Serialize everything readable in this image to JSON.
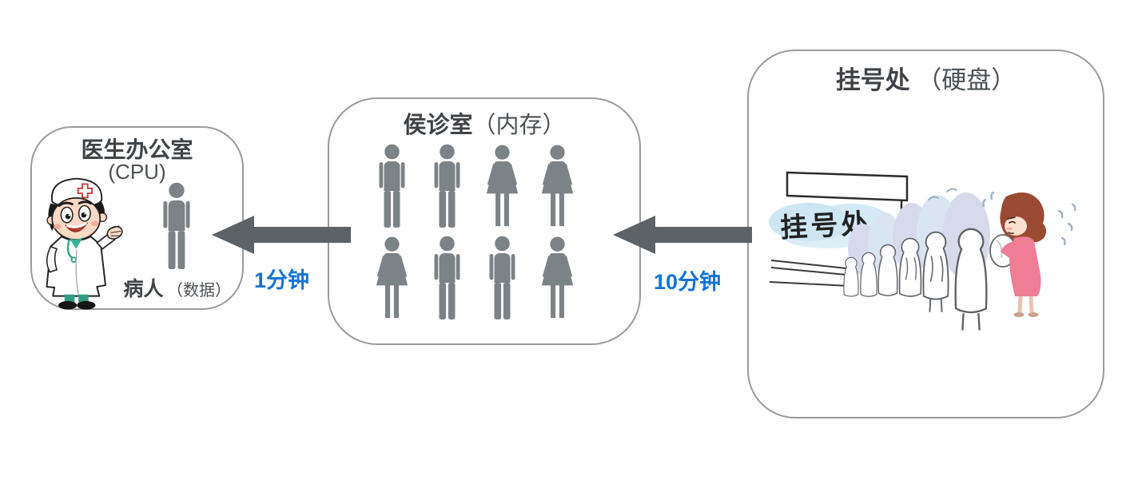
{
  "colors": {
    "border": "#989c9e",
    "title": "#3f4347",
    "subtle": "#4b5054",
    "person": "#7c8387",
    "arrow": "#5c6265",
    "blue": "#1373d8"
  },
  "left_box": {
    "title": "医生办公室",
    "subtitle": "(CPU)",
    "patient_label": "病人",
    "patient_note": "（数据）",
    "doctor_icon": "doctor-cartoon",
    "patient_icon": "male"
  },
  "middle_box": {
    "title": "侯诊室",
    "note": "（内存）",
    "rows": [
      [
        "male",
        "male",
        "female",
        "female"
      ],
      [
        "female",
        "male",
        "male",
        "female"
      ]
    ]
  },
  "right_box": {
    "title": "挂号处",
    "note": "（硬盘）",
    "sign_text": "挂号处"
  },
  "arrows": [
    {
      "id": "memory-to-cpu",
      "direction": "left",
      "label": "1分钟"
    },
    {
      "id": "disk-to-memory",
      "direction": "left",
      "label": "10分钟"
    }
  ]
}
